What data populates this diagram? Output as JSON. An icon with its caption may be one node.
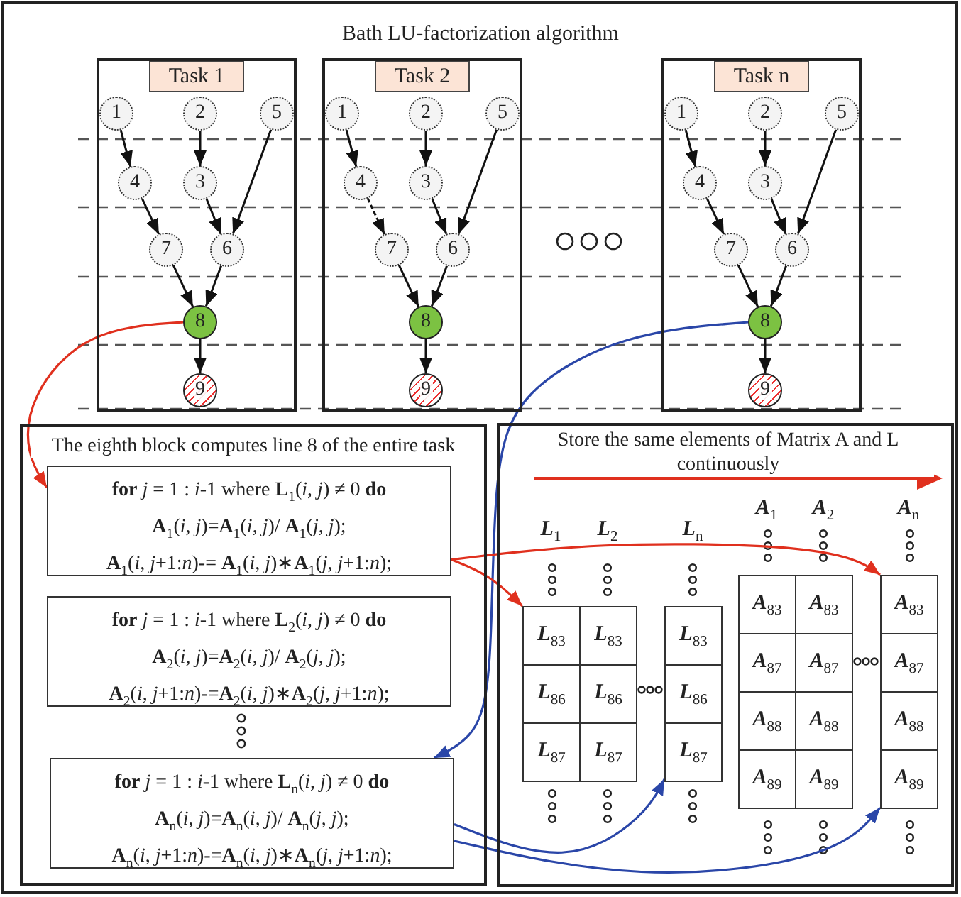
{
  "diagram": {
    "title": "Bath LU-factorization algorithm",
    "nodes": [
      {
        "text": [
          "Task 1"
        ]
      },
      {
        "text": [
          "1"
        ],
        "in": 0
      },
      {
        "text": [
          "2"
        ],
        "in": 0
      },
      {
        "text": [
          "5"
        ],
        "in": 0
      },
      {
        "text": [
          "4"
        ],
        "in": 0
      },
      {
        "text": [
          "3"
        ],
        "in": 0
      },
      {
        "text": [
          "7"
        ],
        "in": 0
      },
      {
        "text": [
          "6"
        ],
        "in": 0
      },
      {
        "text": [
          "8"
        ],
        "in": 0
      },
      {
        "text": [
          "9"
        ],
        "in": 0
      },
      {
        "text": [
          "Task 2"
        ]
      },
      {
        "text": [
          "1"
        ],
        "in": 10
      },
      {
        "text": [
          "2"
        ],
        "in": 10
      },
      {
        "text": [
          "5"
        ],
        "in": 10
      },
      {
        "text": [
          "4"
        ],
        "in": 10
      },
      {
        "text": [
          "3"
        ],
        "in": 10
      },
      {
        "text": [
          "7"
        ],
        "in": 10
      },
      {
        "text": [
          "6"
        ],
        "in": 10
      },
      {
        "text": [
          "8"
        ],
        "in": 10
      },
      {
        "text": [
          "9"
        ],
        "in": 10
      },
      {
        "text": [
          "Task n"
        ]
      },
      {
        "text": [
          "1"
        ],
        "in": 20
      },
      {
        "text": [
          "2"
        ],
        "in": 20
      },
      {
        "text": [
          "5"
        ],
        "in": 20
      },
      {
        "text": [
          "4"
        ],
        "in": 20
      },
      {
        "text": [
          "3"
        ],
        "in": 20
      },
      {
        "text": [
          "7"
        ],
        "in": 20
      },
      {
        "text": [
          "6"
        ],
        "in": 20
      },
      {
        "text": [
          "8"
        ],
        "in": 20
      },
      {
        "text": [
          "9"
        ],
        "in": 20
      },
      {
        "text": [
          "The eighth block computes line 8 of the entire task"
        ]
      },
      {
        "text": [
          "**for** *j* = 1 : *i*-1 where **L**$_{1}$(*i*, *j*) ≠ 0 **do**",
          "**A**$_{1}$(*i*, *j*)=**A**$_{1}$(*i*, *j*)/ **A**$_{1}$(*j*, *j*);",
          "**A**$_{1}$(*i*, *j*+1:*n*)-= **A**$_{1}$(*i*, *j*)∗**A**$_{1}$(*j*, *j*+1:*n*);"
        ],
        "in": 30
      },
      {
        "text": [
          "**for** *j* = 1 : *i*-1 where **L**$_{2}$(*i*, *j*) ≠ 0 **do**",
          "**A**$_{2}$(*i*, *j*)=**A**$_{2}$(*i*, *j*)/ **A**$_{2}$(*j*, *j*);",
          "**A**$_{2}$(*i*, *j*+1:*n*)-=**A**$_{2}$(*i*, *j*)∗**A**$_{2}$(*j*, *j*+1:*n*);"
        ],
        "in": 30
      },
      {
        "text": [
          "**for** *j* = 1 : *i*-1 where **L**$_{n}$(*i*, *j*) ≠ 0 **do**",
          "**A**$_{n}$(*i*, *j*)=**A**$_{n}$(*i*, *j*)/ **A**$_{n}$(*j*, *j*);",
          "**A**$_{n}$(*i*, *j*+1:*n*)-=**A**$_{n}$(*i*, *j*)∗**A**$_{n}$(*j*, *j*+1:*n*);"
        ],
        "in": 30
      },
      {
        "text": [
          "Store the same elements of Matrix A and L continuously"
        ]
      },
      {
        "text": [
          "**L**$_{1}$"
        ],
        "in": 34
      },
      {
        "text": [
          "**L**$_{83}$"
        ],
        "in": 35
      },
      {
        "text": [
          "**L**$_{86}$"
        ],
        "in": 35
      },
      {
        "text": [
          "**L**$_{87}$"
        ],
        "in": 35
      },
      {
        "text": [
          "**L**$_{2}$"
        ],
        "in": 34
      },
      {
        "text": [
          "**L**$_{83}$"
        ],
        "in": 39
      },
      {
        "text": [
          "**L**$_{86}$"
        ],
        "in": 39
      },
      {
        "text": [
          "**L**$_{87}$"
        ],
        "in": 39
      },
      {
        "text": [
          "**L**$_{n}$"
        ],
        "in": 34
      },
      {
        "text": [
          "**L**$_{83}$"
        ],
        "in": 43
      },
      {
        "text": [
          "**L**$_{86}$"
        ],
        "in": 43
      },
      {
        "text": [
          "**L**$_{87}$"
        ],
        "in": 43
      },
      {
        "text": [
          "**A**$_{1}$"
        ],
        "in": 34
      },
      {
        "text": [
          "**A**$_{83}$"
        ],
        "in": 47
      },
      {
        "text": [
          "**A**$_{87}$"
        ],
        "in": 47
      },
      {
        "text": [
          "**A**$_{88}$"
        ],
        "in": 47
      },
      {
        "text": [
          "**A**$_{89}$"
        ],
        "in": 47
      },
      {
        "text": [
          "**A**$_{2}$"
        ],
        "in": 34
      },
      {
        "text": [
          "**A**$_{83}$"
        ],
        "in": 52
      },
      {
        "text": [
          "**A**$_{87}$"
        ],
        "in": 52
      },
      {
        "text": [
          "**A**$_{88}$"
        ],
        "in": 52
      },
      {
        "text": [
          "**A**$_{89}$"
        ],
        "in": 52
      },
      {
        "text": [
          "**A**$_{n}$"
        ],
        "in": 34
      },
      {
        "text": [
          "**A**$_{83}$"
        ],
        "in": 57
      },
      {
        "text": [
          "**A**$_{87}$"
        ],
        "in": 57
      },
      {
        "text": [
          "**A**$_{88}$"
        ],
        "in": 57
      },
      {
        "text": [
          "**A**$_{89}$"
        ],
        "in": 57
      }
    ],
    "edges": [
      {
        "from": 1,
        "to": 4,
        "arrow": "to"
      },
      {
        "from": 2,
        "to": 5,
        "arrow": "to"
      },
      {
        "from": 3,
        "to": 7,
        "arrow": "to"
      },
      {
        "from": 4,
        "to": 6,
        "arrow": "to"
      },
      {
        "from": 5,
        "to": 7,
        "arrow": "to"
      },
      {
        "from": 6,
        "to": 8,
        "arrow": "to"
      },
      {
        "from": 7,
        "to": 8,
        "arrow": "to"
      },
      {
        "from": 8,
        "to": 9,
        "arrow": "to"
      },
      {
        "from": 11,
        "to": 14,
        "arrow": "to"
      },
      {
        "from": 12,
        "to": 15,
        "arrow": "to"
      },
      {
        "from": 13,
        "to": 17,
        "arrow": "to"
      },
      {
        "from": 14,
        "to": 16,
        "arrow": "to",
        "style": "dashed"
      },
      {
        "from": 15,
        "to": 17,
        "arrow": "to"
      },
      {
        "from": 16,
        "to": 18,
        "arrow": "to"
      },
      {
        "from": 17,
        "to": 18,
        "arrow": "to"
      },
      {
        "from": 18,
        "to": 19,
        "arrow": "to"
      },
      {
        "from": 21,
        "to": 24,
        "arrow": "to"
      },
      {
        "from": 22,
        "to": 25,
        "arrow": "to"
      },
      {
        "from": 23,
        "to": 27,
        "arrow": "to"
      },
      {
        "from": 24,
        "to": 26,
        "arrow": "to"
      },
      {
        "from": 25,
        "to": 27,
        "arrow": "to"
      },
      {
        "from": 26,
        "to": 28,
        "arrow": "to"
      },
      {
        "from": 27,
        "to": 28,
        "arrow": "to"
      },
      {
        "from": 28,
        "to": 29,
        "arrow": "to"
      },
      {
        "from": 8,
        "to": 31,
        "arrow": "to",
        "color": "#e0301e"
      },
      {
        "from": 28,
        "to": 33,
        "arrow": "to",
        "color": "#2a46a8"
      },
      {
        "from": 31,
        "to": 35,
        "arrow": "to",
        "color": "#e0301e"
      },
      {
        "from": 31,
        "to": 57,
        "arrow": "to",
        "color": "#e0301e"
      },
      {
        "from": 33,
        "to": 43,
        "arrow": "to",
        "color": "#2a46a8"
      },
      {
        "from": 33,
        "to": 57,
        "arrow": "to",
        "color": "#2a46a8"
      }
    ]
  }
}
